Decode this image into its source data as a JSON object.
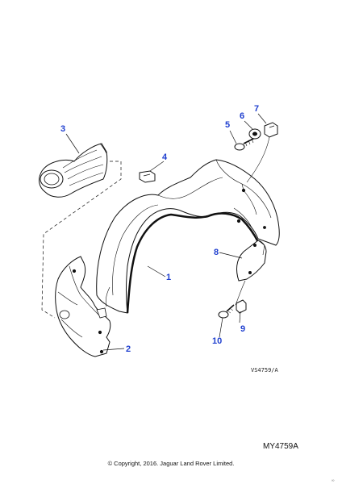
{
  "callouts": {
    "c1": "1",
    "c2": "2",
    "c3": "3",
    "c4": "4",
    "c5": "5",
    "c6": "6",
    "c7": "7",
    "c8": "8",
    "c9": "9",
    "c10": "10"
  },
  "drawing_code": "VS4759/A",
  "figure_ref": "MY4759A",
  "copyright": "© Copyright, 2016. Jaguar Land Rover Limited.",
  "corner_mark": "∞",
  "colors": {
    "callout": "#1f3fcf",
    "line": "#111111",
    "fill": "#ffffff"
  }
}
